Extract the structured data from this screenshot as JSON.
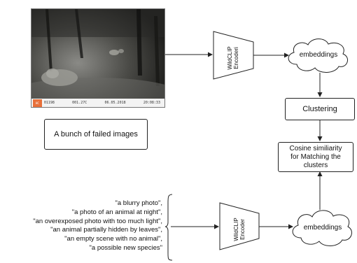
{
  "photo": {
    "camera_info": [
      "01198",
      "001.27C",
      "06.05.2018",
      "20:08:33"
    ],
    "badge_text": "HC"
  },
  "failed_images_label": "A bunch of failed images",
  "top_encoder": {
    "line1": "WildCLIP",
    "line2": "Encoderi"
  },
  "bottom_encoder": {
    "line1": "WildCLIP",
    "line2": "Encoder"
  },
  "top_embeddings": "embeddings",
  "bottom_embeddings": "embeddings",
  "clustering": "Clustering",
  "cosine_box": [
    "Cosine similiarity",
    "for Matching the",
    "clusters"
  ],
  "prompts": [
    "\"a blurry photo\",",
    "\"a photo of an animal at night\",",
    "\"an overexposed photo with too much light\",",
    "\"an animal partially hidden by leaves\",",
    "\"an empty scene with no animal\",",
    "\"a possible new species\""
  ],
  "colors": {
    "line": "#222222",
    "badge": "#e8703a"
  }
}
